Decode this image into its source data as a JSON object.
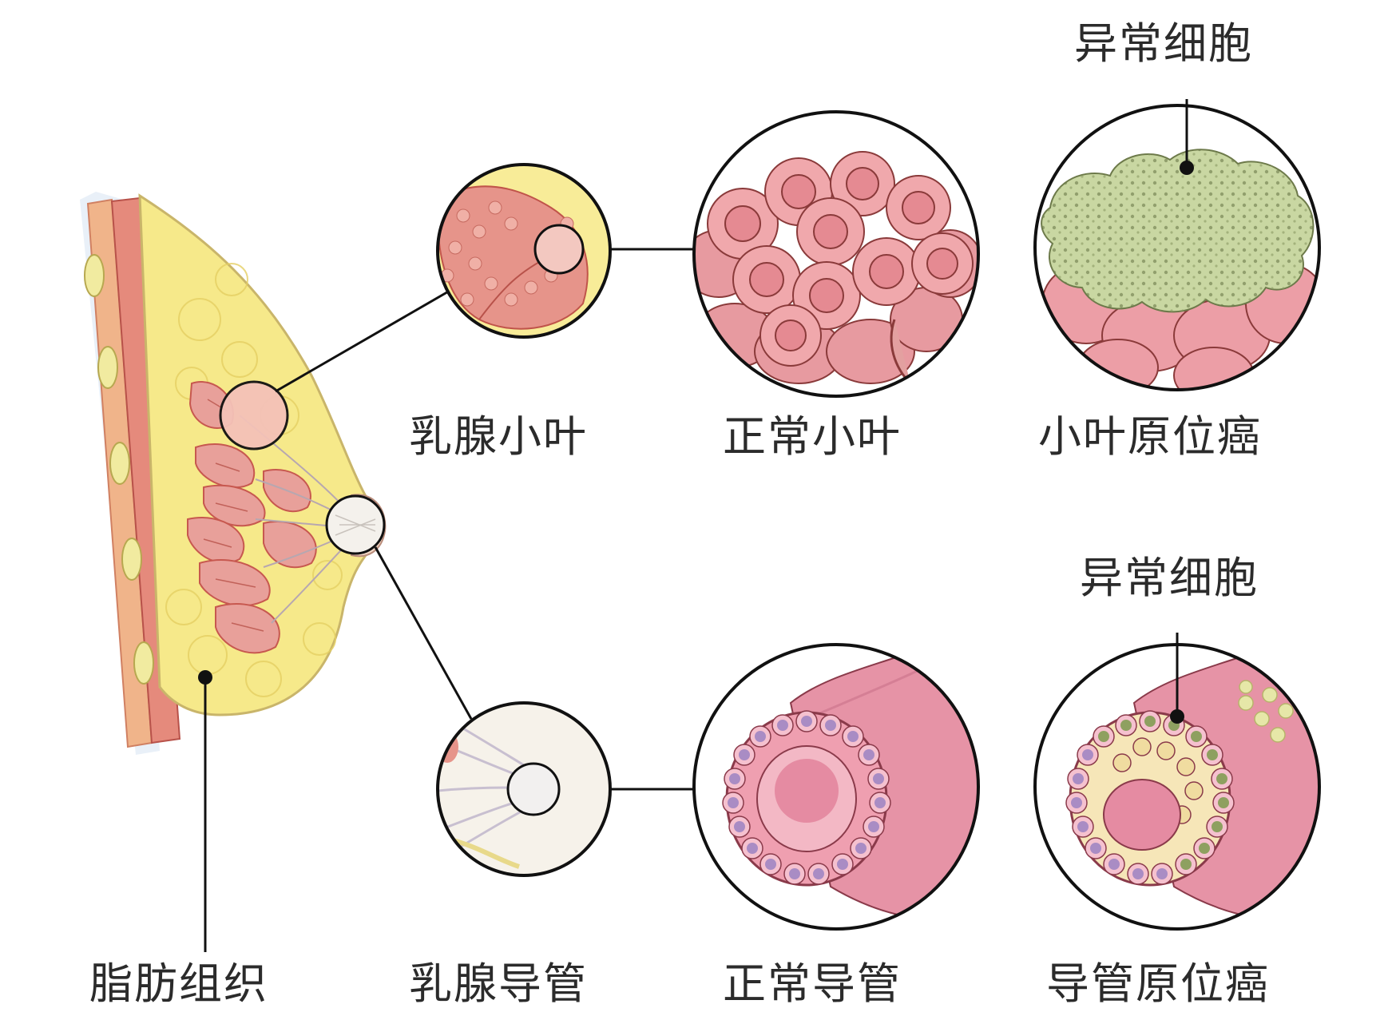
{
  "labels": {
    "lobule": "乳腺小叶",
    "normal_lobule": "正常小叶",
    "lcis": "小叶原位癌",
    "abnormal_cells_top": "异常细胞",
    "fat_tissue": "脂肪组织",
    "duct": "乳腺导管",
    "normal_duct": "正常导管",
    "dcis": "导管原位癌",
    "abnormal_cells_bottom": "异常细胞"
  },
  "colors": {
    "outline": "#1a1a1a",
    "fat_yellow": "#f6e98a",
    "gland_pink": "#e8a09a",
    "gland_dark": "#c7584f",
    "duct_pink": "#e79aa6",
    "cell_nucleus": "#a98cc4",
    "abnormal_green": "#c9d7a2"
  }
}
